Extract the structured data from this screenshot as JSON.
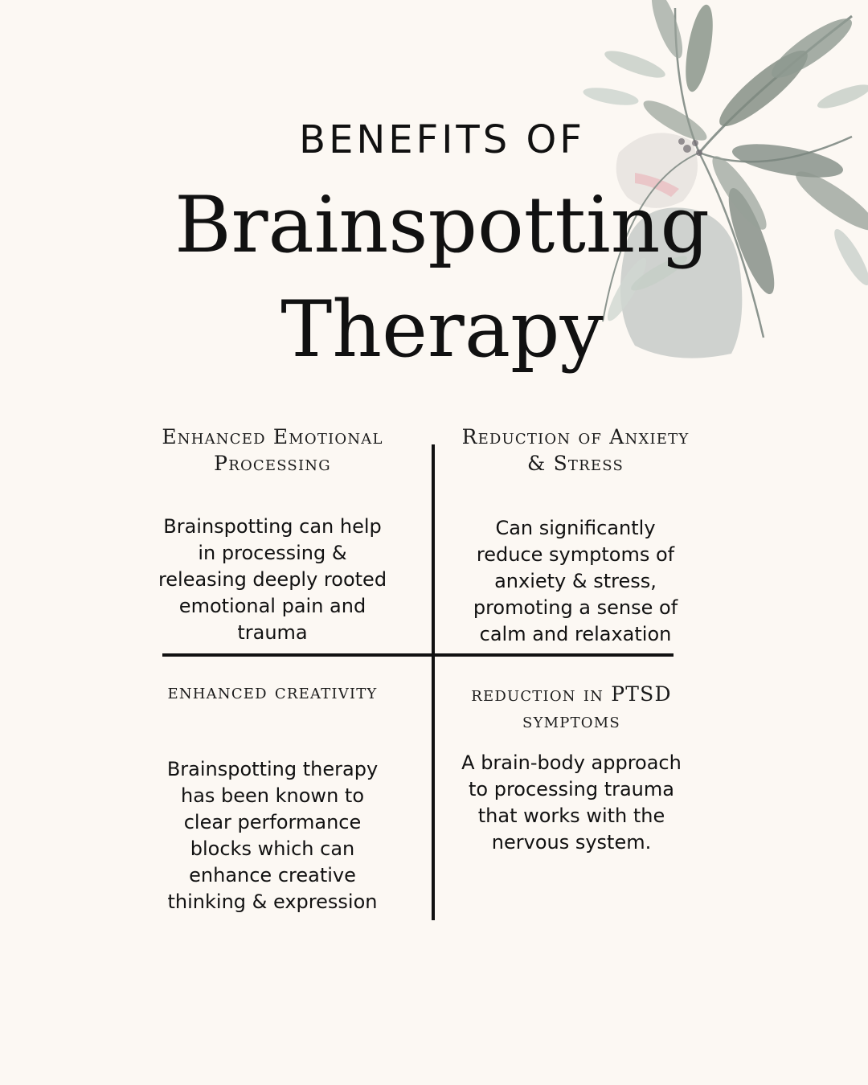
{
  "header": {
    "pre_title": "BENEFITS OF",
    "title_line1": "Brainspotting",
    "title_line2": "Therapy"
  },
  "benefits": [
    {
      "heading": "Enhanced Emotional Processing",
      "body": "Brainspotting can help in processing & releasing deeply rooted emotional pain and trauma"
    },
    {
      "heading": "Reduction of Anxiety & Stress",
      "body": "Can significantly reduce symptoms of anxiety & stress, promoting a sense of calm and relaxation"
    },
    {
      "heading": "enhanced creativity",
      "body": "Brainspotting therapy has been known to clear performance blocks which can enhance creative thinking & expression"
    },
    {
      "heading": "reduction in PTSD symptoms",
      "body": "A brain-body approach to processing trauma that works with the nervous system."
    }
  ],
  "colors": {
    "background": "#FCF8F3",
    "text": "#111111",
    "leaf_dark": "#7E8A80",
    "leaf_light": "#C4CDC6",
    "stone": "#A9B3B0"
  }
}
